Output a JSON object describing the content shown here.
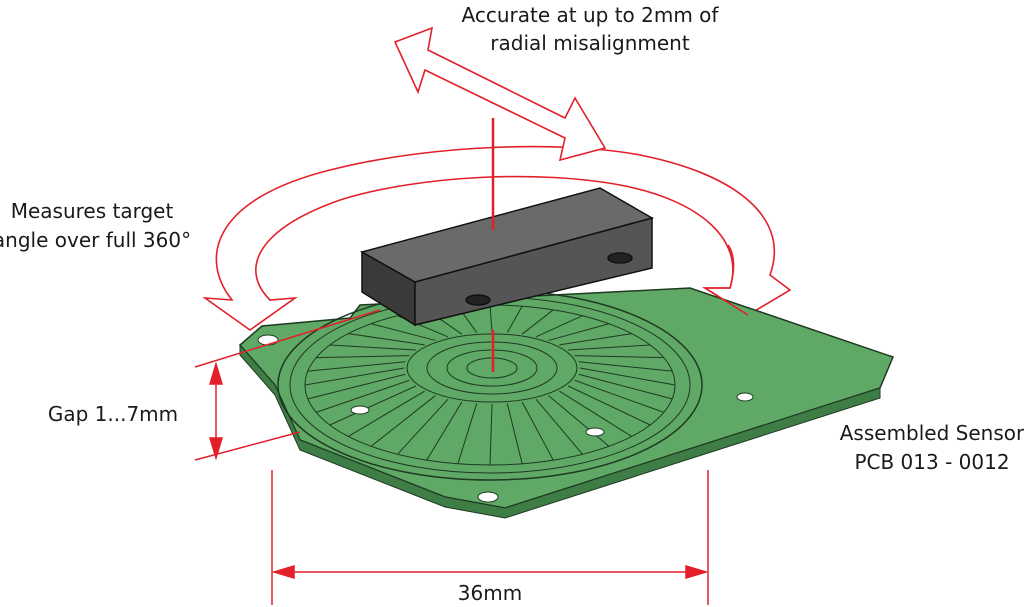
{
  "labels": {
    "misalignment_line1": "Accurate at up to 2mm of",
    "misalignment_line2": "radial misalignment",
    "angle_line1": "Measures target",
    "angle_line2": "angle over full 360°",
    "gap": "Gap  1...7mm",
    "pcb_line1": "Assembled Sensor",
    "pcb_line2": "PCB 013 - 0012",
    "diameter": "36mm"
  },
  "colors": {
    "annotation_red": "#e3202a",
    "pcb_green": "#5fa865",
    "pcb_dark_green": "#3f7d47",
    "target_gray": "#4a4a4a"
  }
}
